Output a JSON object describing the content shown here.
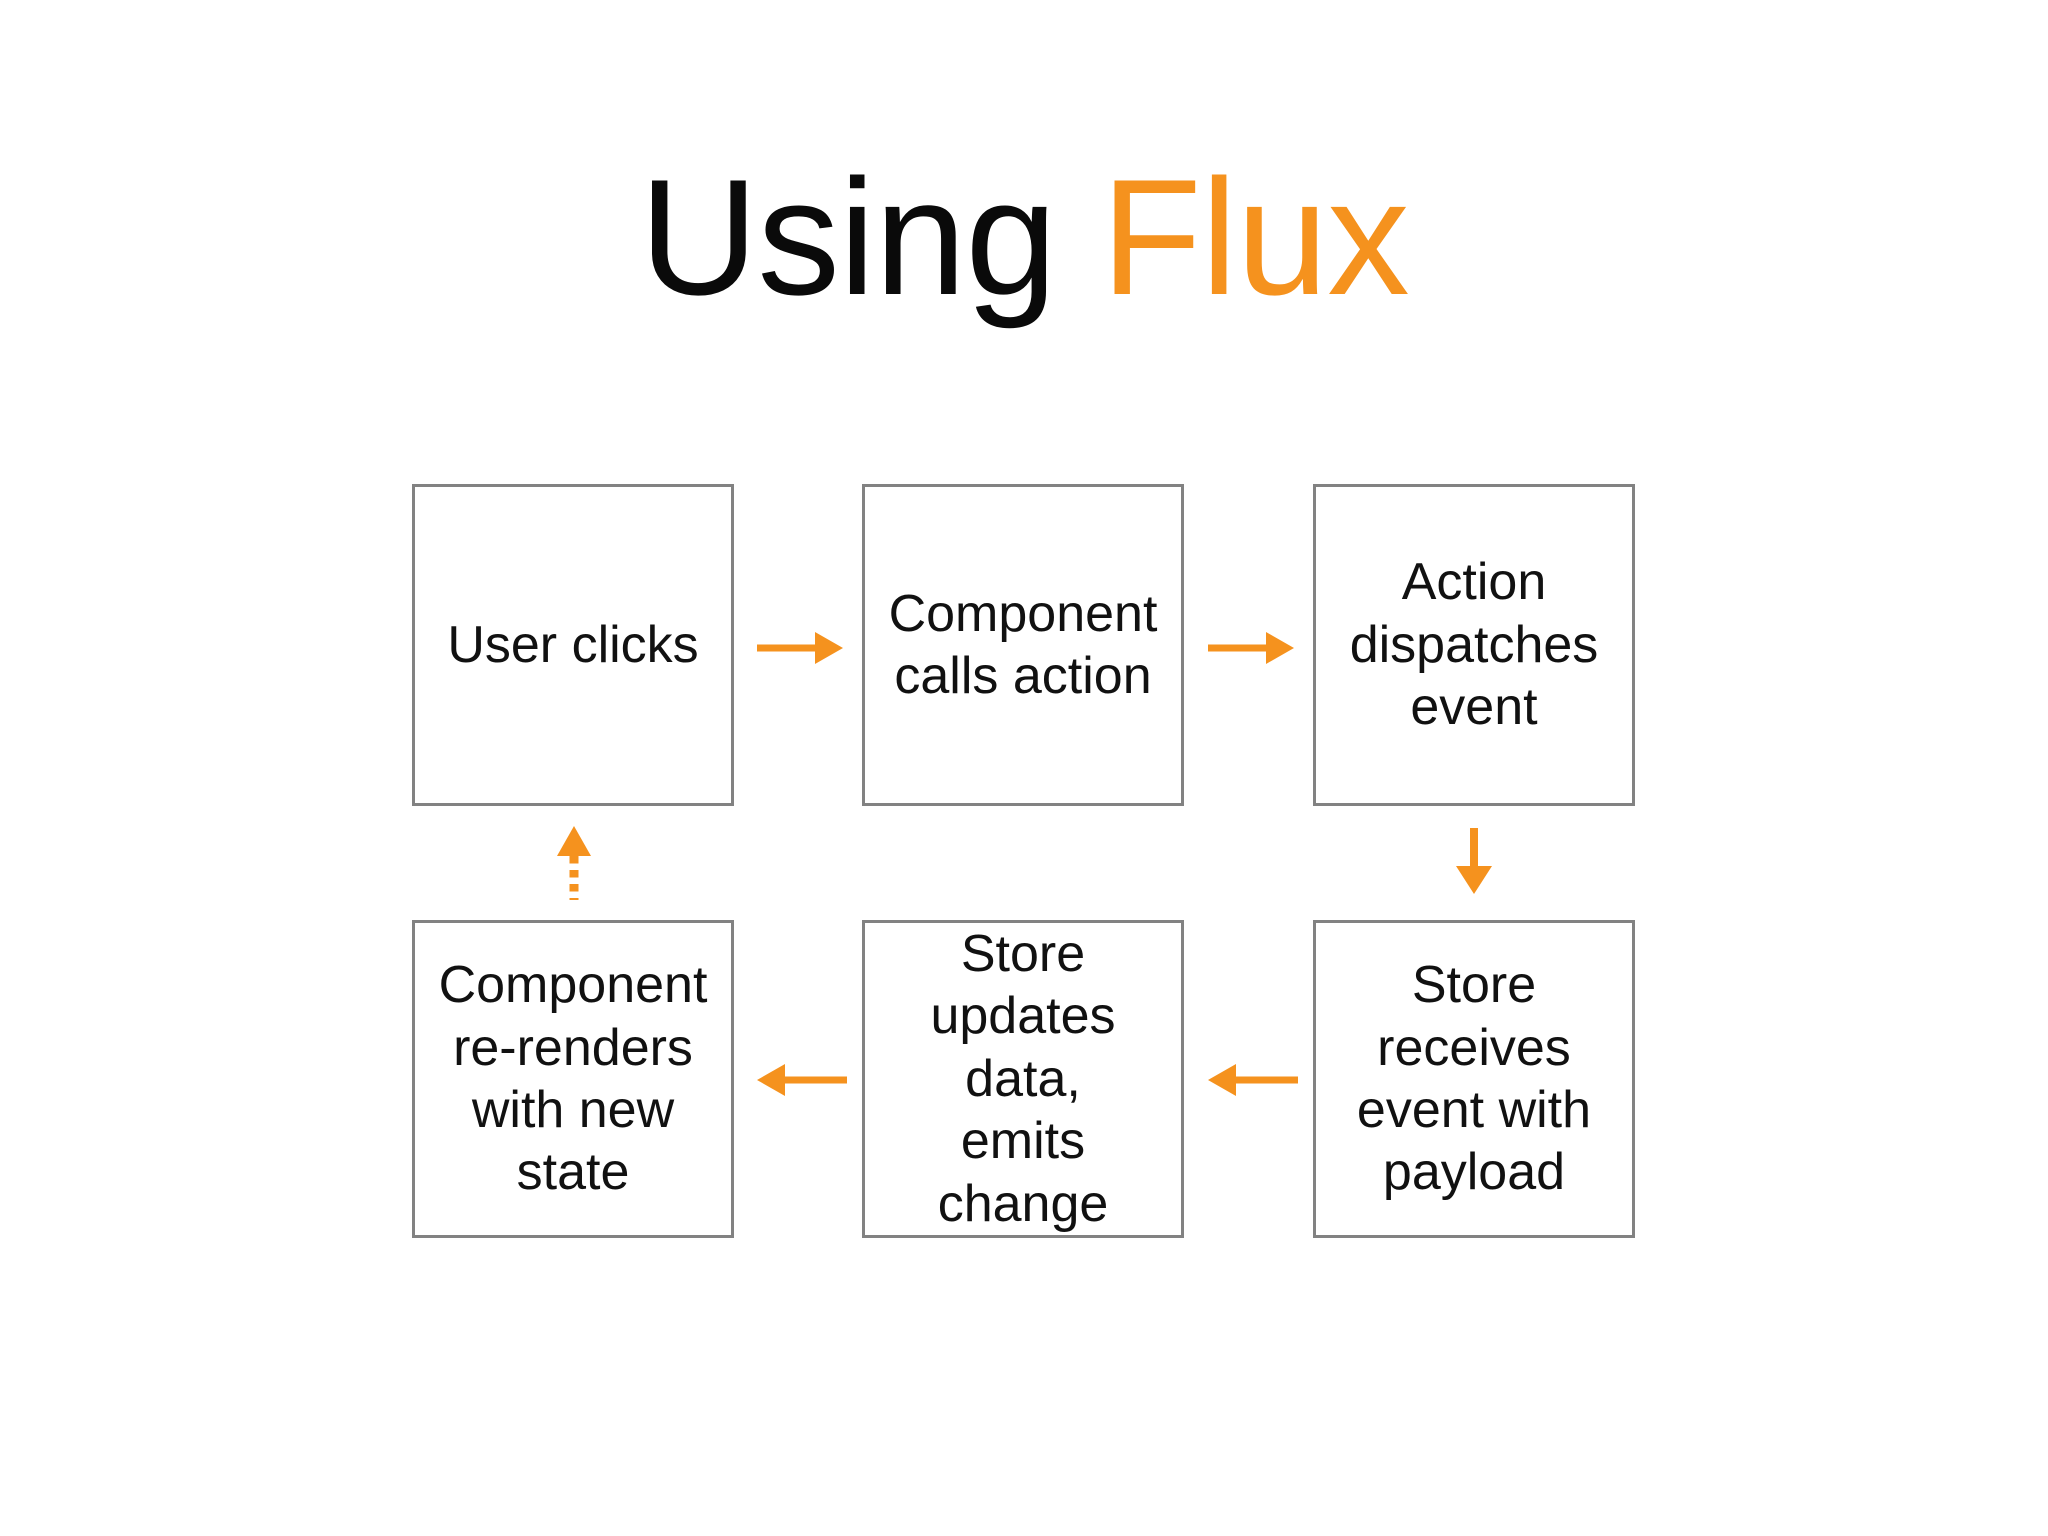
{
  "slide": {
    "background_color": "#ffffff",
    "accent_color": "#f5921e",
    "box_border_color": "#828282",
    "text_color": "#111111",
    "title": {
      "part_black": "Using ",
      "part_accent": "Flux",
      "full": "Using Flux"
    },
    "diagram": {
      "type": "flow-cycle",
      "boxes": [
        {
          "id": "user-clicks",
          "label": "User clicks",
          "row": 1,
          "col": 1
        },
        {
          "id": "component-calls",
          "label": "Component\ncalls action",
          "row": 1,
          "col": 2
        },
        {
          "id": "action-dispatch",
          "label": "Action\ndispatches\nevent",
          "row": 1,
          "col": 3
        },
        {
          "id": "component-rerender",
          "label": "Component\nre-renders\nwith new\nstate",
          "row": 2,
          "col": 1
        },
        {
          "id": "store-updates",
          "label": "Store\nupdates data,\nemits change",
          "row": 2,
          "col": 2
        },
        {
          "id": "store-receives",
          "label": "Store\nreceives\nevent with\npayload",
          "row": 2,
          "col": 3
        }
      ],
      "arrows": [
        {
          "id": "clicks-to-component",
          "from": "user-clicks",
          "to": "component-calls",
          "direction": "right",
          "style": "solid"
        },
        {
          "id": "component-to-action",
          "from": "component-calls",
          "to": "action-dispatch",
          "direction": "right",
          "style": "solid"
        },
        {
          "id": "action-to-store",
          "from": "action-dispatch",
          "to": "store-receives",
          "direction": "down",
          "style": "solid"
        },
        {
          "id": "receives-to-updates",
          "from": "store-receives",
          "to": "store-updates",
          "direction": "left",
          "style": "solid"
        },
        {
          "id": "updates-to-rerender",
          "from": "store-updates",
          "to": "component-rerender",
          "direction": "left",
          "style": "solid"
        },
        {
          "id": "rerender-to-clicks",
          "from": "component-rerender",
          "to": "user-clicks",
          "direction": "up",
          "style": "dotted"
        }
      ]
    }
  }
}
